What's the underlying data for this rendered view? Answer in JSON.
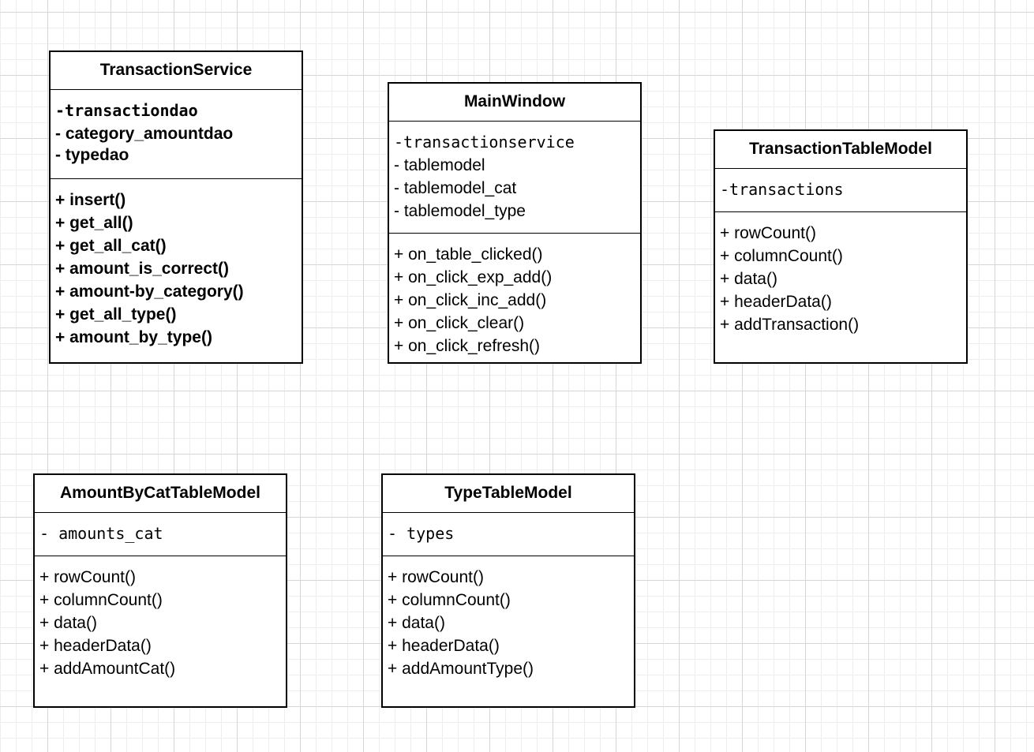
{
  "classes": {
    "transaction_service": {
      "name": "TransactionService",
      "attributes": [
        "-transactiondao",
        "- category_amountdao",
        "- typedao"
      ],
      "methods": [
        "+ insert()",
        "+ get_all()",
        "+ get_all_cat()",
        "+ amount_is_correct()",
        "+ amount-by_category()",
        "+ get_all_type()",
        "+ amount_by_type()"
      ]
    },
    "main_window": {
      "name": "MainWindow",
      "attributes": [
        "-transactionservice",
        "- tablemodel",
        "- tablemodel_cat",
        "- tablemodel_type"
      ],
      "methods": [
        "+ on_table_clicked()",
        "+ on_click_exp_add()",
        "+ on_click_inc_add()",
        "+ on_click_clear()",
        "+ on_click_refresh()"
      ]
    },
    "transaction_table_model": {
      "name": "TransactionTableModel",
      "attributes": [
        "-transactions"
      ],
      "methods": [
        "+ rowCount()",
        "+ columnCount()",
        "+ data()",
        "+ headerData()",
        "+ addTransaction()"
      ]
    },
    "amount_by_cat_table_model": {
      "name": "AmountByCatTableModel",
      "attributes": [
        "- amounts_cat"
      ],
      "methods": [
        "+ rowCount()",
        "+ columnCount()",
        "+ data()",
        "+ headerData()",
        "+ addAmountCat()"
      ]
    },
    "type_table_model": {
      "name": "TypeTableModel",
      "attributes": [
        "- types"
      ],
      "methods": [
        "+ rowCount()",
        "+ columnCount()",
        "+ data()",
        "+ headerData()",
        "+ addAmountType()"
      ]
    }
  }
}
